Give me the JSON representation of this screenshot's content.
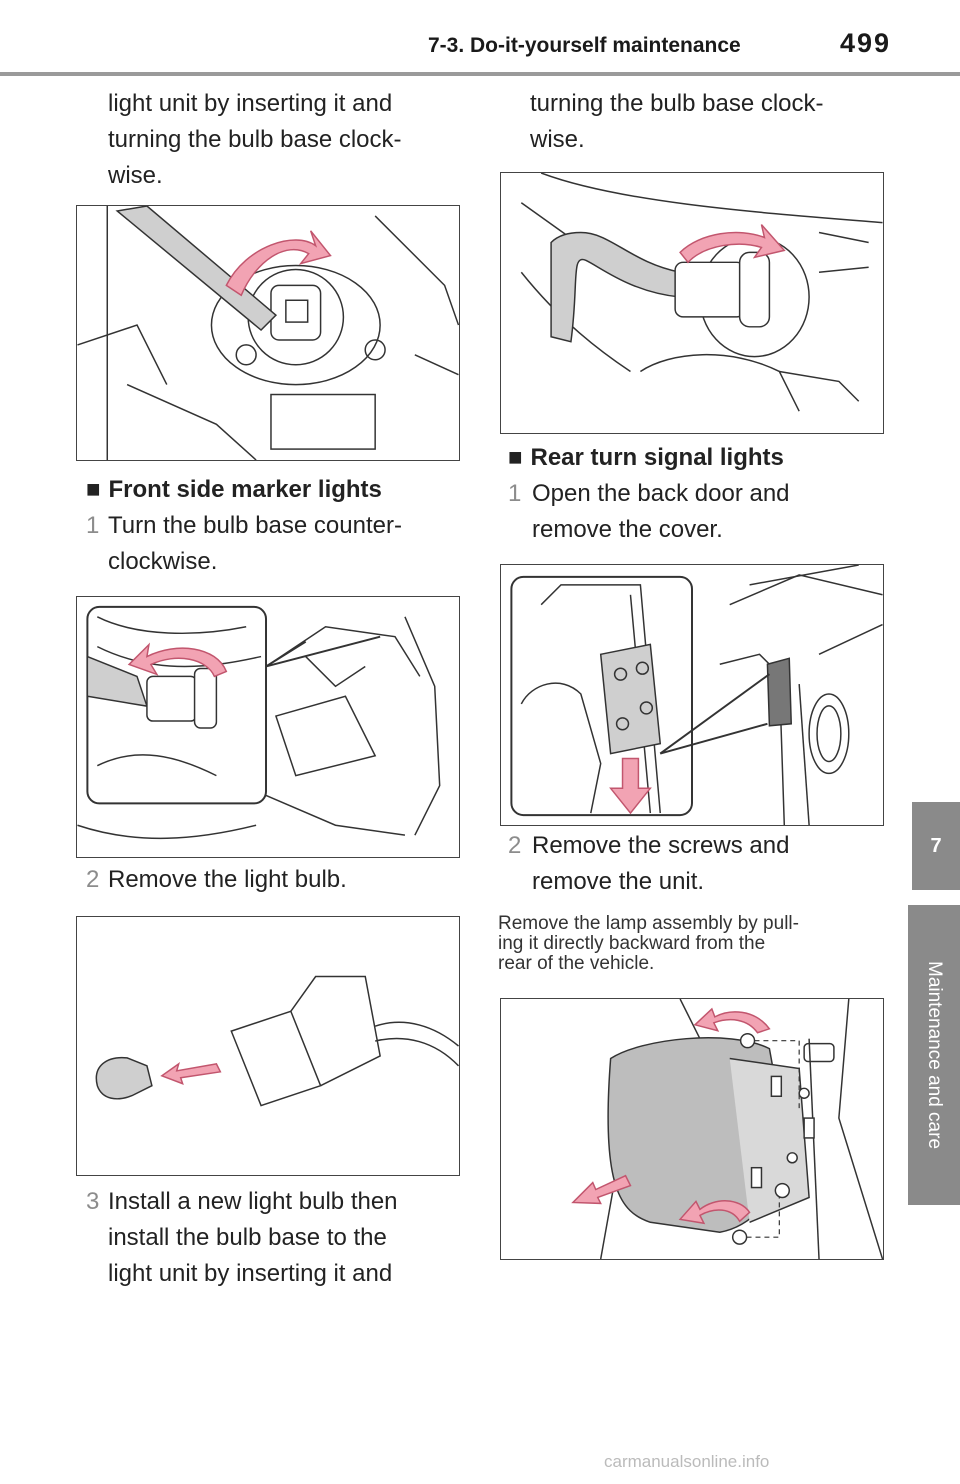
{
  "header": {
    "section_title": "7-3. Do-it-yourself maintenance",
    "page_number": "499"
  },
  "side_tab": {
    "chapter_number": "7",
    "chapter_title": "Maintenance and care"
  },
  "left_column": {
    "intro_line1": "light unit by inserting it and",
    "intro_line2": "turning the bulb base clock-",
    "intro_line3": "wise.",
    "front_marker_heading": "Front side marker lights",
    "step1_num": "1",
    "step1_line1": "Turn the bulb base counter-",
    "step1_line2": "clockwise.",
    "step2_num": "2",
    "step2_text": "Remove the light bulb.",
    "step3_num": "3",
    "step3_line1": "Install a new light bulb then",
    "step3_line2": "install the bulb base to the",
    "step3_line3": "light unit by inserting it and"
  },
  "right_column": {
    "cont_line1": "turning the bulb base clock-",
    "cont_line2": "wise.",
    "rear_turn_heading": "Rear turn signal lights",
    "step1_num": "1",
    "step1_line1": "Open the back door and",
    "step1_line2": "remove the cover.",
    "step2_num": "2",
    "step2_line1": "Remove the screws and",
    "step2_line2": "remove the unit.",
    "note_line1": "Remove the lamp assembly by pull-",
    "note_line2": "ing it directly backward from the",
    "note_line3": "rear of the vehicle."
  },
  "heading_mark": "■",
  "watermark": "carmanualsonline.info",
  "colors": {
    "arrow_pink": "#f2a3b3",
    "arrow_stroke": "#c2566e",
    "line_art": "#333333",
    "tab_gray": "#8a8a8a"
  }
}
